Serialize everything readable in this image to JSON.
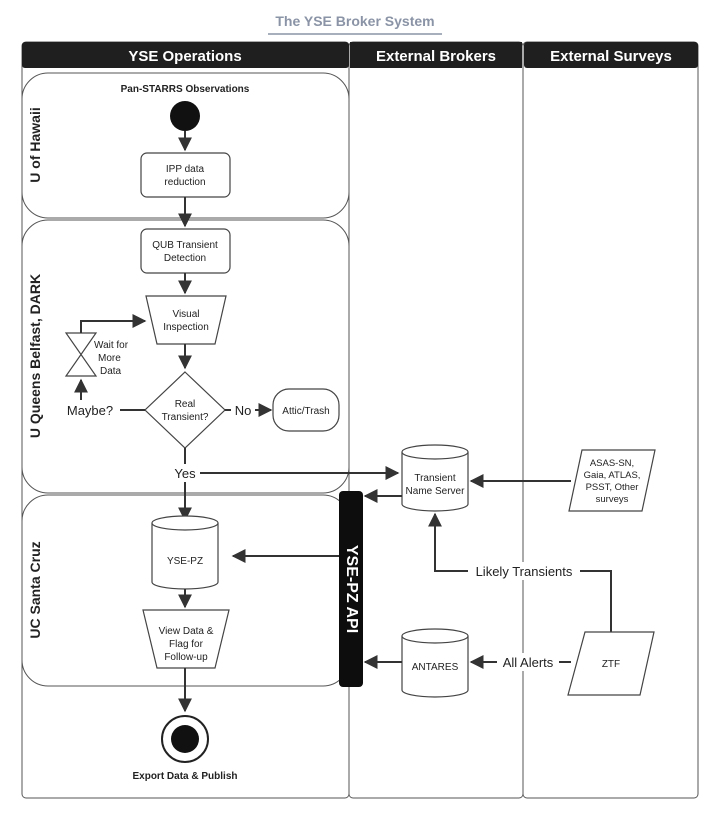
{
  "title": "The YSE Broker System",
  "columns": {
    "yse_operations": "YSE Operations",
    "external_brokers": "External Brokers",
    "external_surveys": "External Surveys"
  },
  "lanes": {
    "hawaii": "U of Hawaii",
    "belfast": "U Queens Belfast, DARK",
    "santa_cruz": "UC Santa Cruz"
  },
  "nodes": {
    "panstarrs": "Pan-STARRS Observations",
    "ipp_line1": "IPP data",
    "ipp_line2": "reduction",
    "qub_line1": "QUB Transient",
    "qub_line2": "Detection",
    "visual_line1": "Visual",
    "visual_line2": "Inspection",
    "wait_line1": "Wait for",
    "wait_line2": "More",
    "wait_line3": "Data",
    "real_line1": "Real",
    "real_line2": "Transient?",
    "attic": "Attic/Trash",
    "tns_line1": "Transient",
    "tns_line2": "Name Server",
    "surveys_line1": "ASAS-SN,",
    "surveys_line2": "Gaia, ATLAS,",
    "surveys_line3": "PSST, Other",
    "surveys_line4": "surveys",
    "yse_pz": "YSE-PZ",
    "view_line1": "View Data &",
    "view_line2": "Flag for",
    "view_line3": "Follow-up",
    "antares": "ANTARES",
    "ztf": "ZTF",
    "api": "YSE-PZ API",
    "export": "Export Data & Publish"
  },
  "edge_labels": {
    "maybe": "Maybe?",
    "no": "No",
    "yes": "Yes",
    "likely": "Likely Transients",
    "all_alerts": "All Alerts"
  }
}
